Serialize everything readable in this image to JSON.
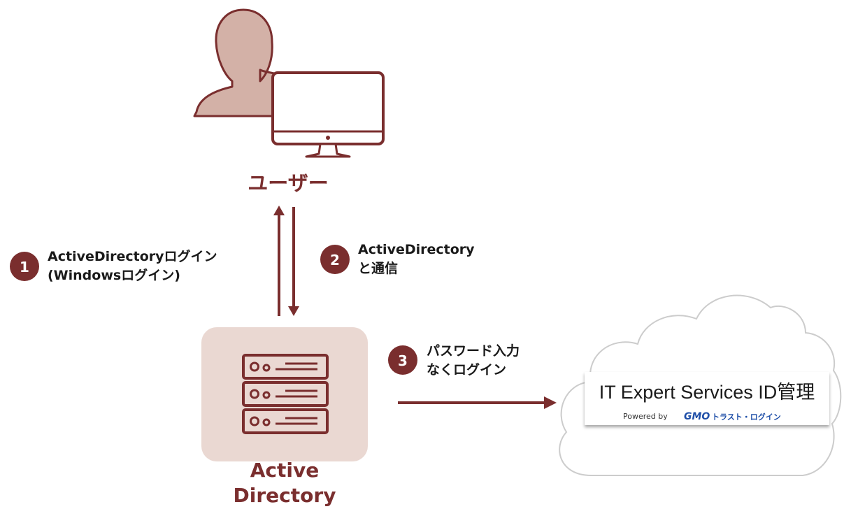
{
  "colors": {
    "accent": "#7a2e2e",
    "icon_fill": "#d3b1a7",
    "icon_outline": "#7a2e2e",
    "server_bg": "#ead8d2",
    "cloud_outline": "#cccccc",
    "brand_blue": "#1f4fa8"
  },
  "user": {
    "icon": "user-with-monitor-icon",
    "label": "ユーザー"
  },
  "steps": [
    {
      "number": "1",
      "line1": "ActiveDirectoryログイン",
      "line2": "(Windowsログイン)"
    },
    {
      "number": "2",
      "line1": "ActiveDirectory",
      "line2": "と通信"
    },
    {
      "number": "3",
      "line1": "パスワード入力",
      "line2": "なくログイン"
    }
  ],
  "active_directory": {
    "icon": "server-rack-icon",
    "label_line1": "Active",
    "label_line2": "Directory"
  },
  "service": {
    "icon": "cloud-icon",
    "title": "IT Expert Services ID管理",
    "powered_by": "Powered by",
    "brand_gmo": "GMO",
    "brand_rest": "トラスト・ログイン"
  }
}
